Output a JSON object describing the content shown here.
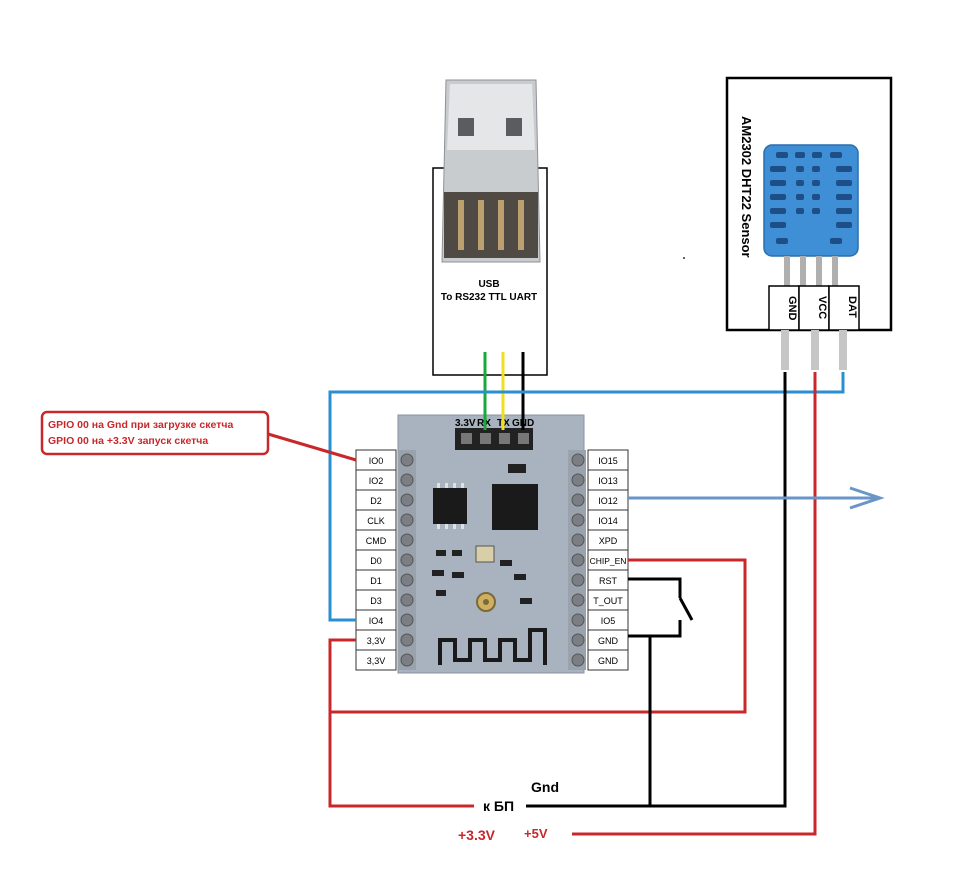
{
  "usb": {
    "title": "USB",
    "subtitle": "To RS232 TTL UART"
  },
  "header": {
    "pin_33": "3.3V",
    "pin_rx": "RX",
    "pin_tx": "TX",
    "pin_gnd": "GND"
  },
  "left_pins": [
    "IO0",
    "IO2",
    "D2",
    "CLK",
    "CMD",
    "D0",
    "D1",
    "D3",
    "IO4",
    "3,3V",
    "3,3V"
  ],
  "right_pins": [
    "IO15",
    "IO13",
    "IO12",
    "IO14",
    "XPD",
    "CHIP_EN",
    "RST",
    "T_OUT",
    "IO5",
    "GND",
    "GND"
  ],
  "sensor": {
    "title": "AM2302 DHT22 Sensor",
    "pins": [
      "GND",
      "VCC",
      "DAT"
    ]
  },
  "note": {
    "line1": "GPIO 00 на Gnd при загрузке скетча",
    "line2": "GPIO 00 на +3.3V запуск скетча"
  },
  "power": {
    "gnd": "Gnd",
    "psu": "к БП",
    "v33": "+3.3V",
    "v5": "+5V"
  },
  "colors": {
    "red": "#c8282a",
    "blue": "#2a8fd0",
    "black": "#000000",
    "green": "#19a83a",
    "yellow": "#f0e020",
    "board": "#a9b2bf",
    "sensor": "#3e8fd6"
  }
}
